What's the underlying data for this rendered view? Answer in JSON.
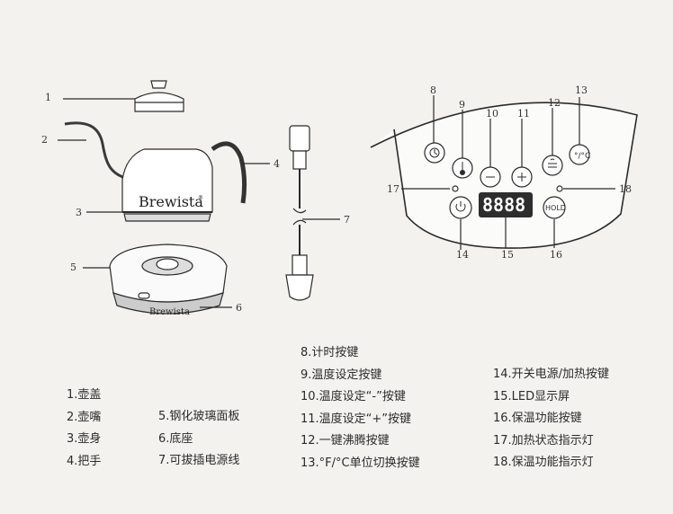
{
  "diagram": {
    "callouts_left": [
      "1",
      "2",
      "3",
      "4",
      "5",
      "6",
      "7"
    ],
    "callouts_panel": [
      "8",
      "9",
      "10",
      "11",
      "12",
      "13",
      "14",
      "15",
      "16",
      "17",
      "18"
    ],
    "brand": "Brewista",
    "brand_mark": "®",
    "display": "8888",
    "hold_label": "HOLD"
  },
  "legend": {
    "col1": [
      "1.壶盖",
      "2.壶嘴",
      "3.壶身",
      "4.把手"
    ],
    "col2": [
      "5.钢化玻璃面板",
      "6.底座",
      "7.可拔插电源线"
    ],
    "col3": [
      "8.计时按键",
      "9.温度设定按键",
      "10.温度设定“-”按键",
      "11.温度设定“+”按键",
      "12.一键沸腾按键",
      "13.°F/°C单位切换按键"
    ],
    "col4": [
      "14.开关电源/加热按键",
      "15.LED显示屏",
      "16.保温功能按键",
      "17.加热状态指示灯",
      "18.保温功能指示灯"
    ]
  }
}
